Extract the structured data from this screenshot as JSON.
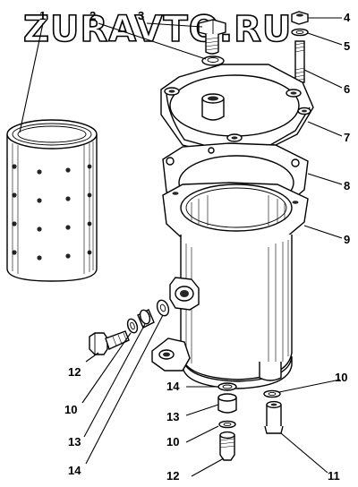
{
  "watermark": "ZURAVTO.RU",
  "callouts": [
    {
      "id": "c1",
      "label": "1"
    },
    {
      "id": "c2",
      "label": "2"
    },
    {
      "id": "c3",
      "label": "3"
    },
    {
      "id": "c4",
      "label": "4"
    },
    {
      "id": "c5",
      "label": "5"
    },
    {
      "id": "c6",
      "label": "6"
    },
    {
      "id": "c7",
      "label": "7"
    },
    {
      "id": "c8",
      "label": "8"
    },
    {
      "id": "c9",
      "label": "9"
    },
    {
      "id": "c10a",
      "label": "10"
    },
    {
      "id": "c10b",
      "label": "10"
    },
    {
      "id": "c10c",
      "label": "10"
    },
    {
      "id": "c11",
      "label": "11"
    },
    {
      "id": "c12a",
      "label": "12"
    },
    {
      "id": "c12b",
      "label": "12"
    },
    {
      "id": "c13a",
      "label": "13"
    },
    {
      "id": "c13b",
      "label": "13"
    },
    {
      "id": "c14a",
      "label": "14"
    },
    {
      "id": "c14b",
      "label": "14"
    }
  ]
}
